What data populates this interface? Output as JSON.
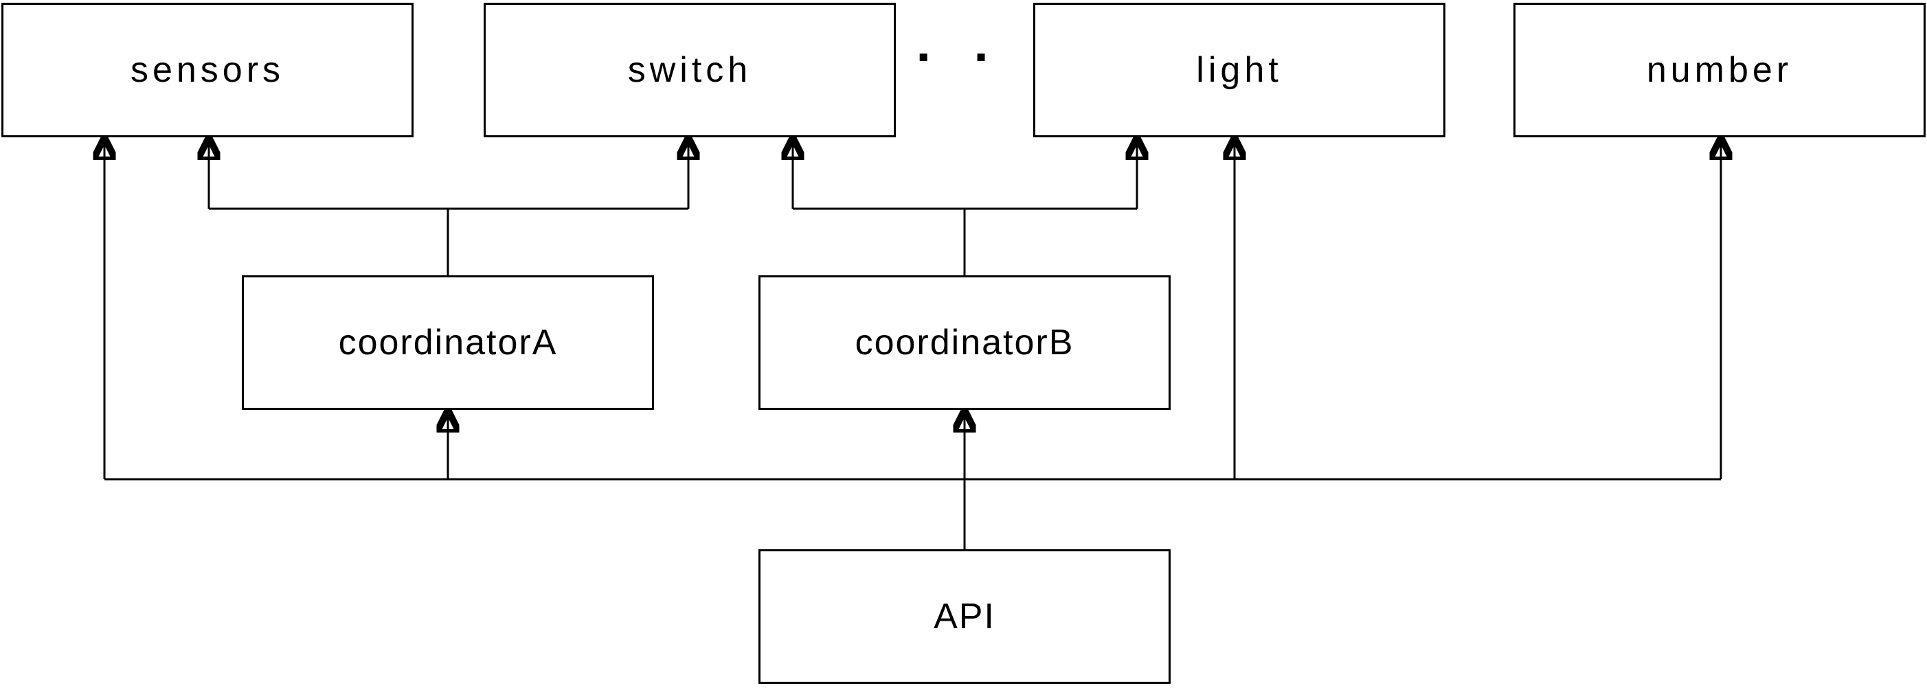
{
  "diagram": {
    "title": "",
    "ellipsis": "▪ ▪",
    "nodes": {
      "sensors": {
        "label": "sensors"
      },
      "switch": {
        "label": "switch"
      },
      "light": {
        "label": "light"
      },
      "number": {
        "label": "number"
      },
      "coordinatorA": {
        "label": "coordinatorA"
      },
      "coordinatorB": {
        "label": "coordinatorB"
      },
      "api": {
        "label": "API"
      }
    },
    "edges": [
      {
        "from": "API",
        "to": "coordinatorB"
      },
      {
        "from": "API",
        "to": "coordinatorA"
      },
      {
        "from": "API",
        "to": "sensors"
      },
      {
        "from": "API",
        "to": "light"
      },
      {
        "from": "API",
        "to": "number"
      },
      {
        "from": "coordinatorA",
        "to": "sensors"
      },
      {
        "from": "coordinatorA",
        "to": "switch"
      },
      {
        "from": "coordinatorB",
        "to": "switch"
      },
      {
        "from": "coordinatorB",
        "to": "light"
      }
    ],
    "colors": {
      "line": "#000000",
      "box_border": "#000000",
      "background": "#ffffff",
      "text": "#000000"
    }
  }
}
